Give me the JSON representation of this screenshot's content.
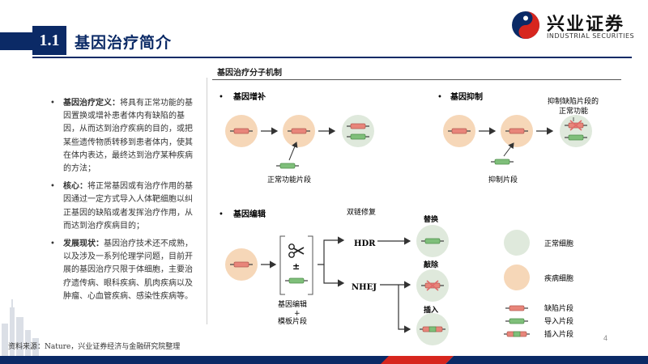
{
  "header": {
    "section_number": "1.1",
    "section_title": "基因治疗简介",
    "logo_cn": "兴业证券",
    "logo_en": "INDUSTRIAL SECURITIES"
  },
  "left": {
    "bullets": [
      {
        "label": "基因治疗定义：",
        "text": "将具有正常功能的基因置换或增补患者体内有缺陷的基因，从而达到治疗疾病的目的，或把某些遗传物质转移到患者体内，使其在体内表达，最终达到治疗某种疾病的方法；"
      },
      {
        "label": "核心：",
        "text": "将正常基因或有治疗作用的基因通过一定方式导入人体靶细胞以纠正基因的缺陷或者发挥治疗作用，从而达到治疗疾病目的；"
      },
      {
        "label": "发展现状：",
        "text": "基因治疗技术还不成熟，以及涉及一系列伦理学问题，目前开展的基因治疗只限于体细胞，主要治疗遗传病、眼科疾病、肌肉疾病以及肿瘤、心血管疾病、感染性疾病等。"
      }
    ]
  },
  "diagram": {
    "title": "基因治疗分子机制",
    "augment": "基因增补",
    "augment_caption": "正常功能片段",
    "suppress": "基因抑制",
    "suppress_caption": "抑制片段",
    "suppress_note_1": "抑制缺陷片段的",
    "suppress_note_2": "正常功能",
    "editing": "基因编辑",
    "dsb_repair": "双链修复",
    "editing_caption_1": "基因编辑",
    "editing_caption_2": "+",
    "editing_caption_3": "模板片段",
    "plus_minus": "±",
    "hdr": "HDR",
    "nhej": "NHEJ",
    "replace": "替换",
    "knockout": "敲除",
    "insert": "插入",
    "bullet_mark": "•"
  },
  "legend": {
    "normal_cell": "正常细胞",
    "disease_cell": "疾病细胞",
    "defect_fragment": "缺陷片段",
    "import_fragment": "导入片段",
    "insert_fragment": "插入片段"
  },
  "footer": {
    "source": "资料来源：Nature，兴业证券经济与金融研究院整理",
    "page": "4"
  },
  "colors": {
    "navy": "#0b2a66",
    "disease_cell": "#f6d7b8",
    "normal_cell": "#dfe9dc",
    "defect": "#e8857a",
    "import": "#7fbf7a",
    "brand_red": "#d7261e"
  }
}
